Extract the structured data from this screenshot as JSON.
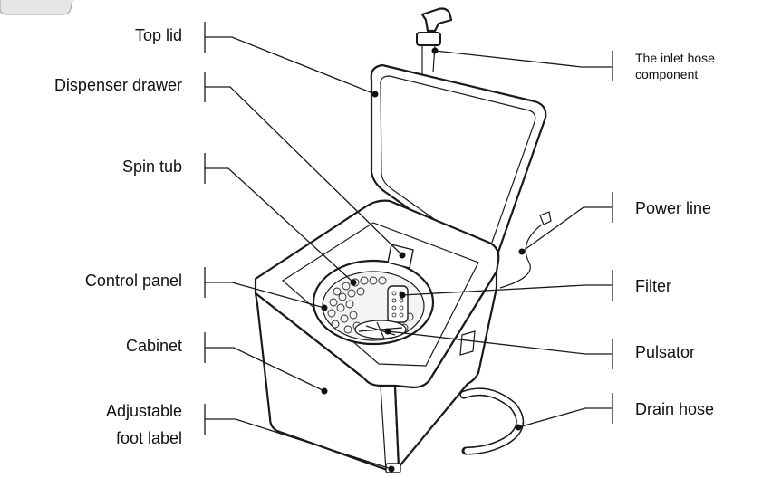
{
  "labels": {
    "top_lid": "Top lid",
    "dispenser_drawer": "Dispenser drawer",
    "spin_tub": "Spin tub",
    "control_panel": "Control panel",
    "cabinet": "Cabinet",
    "adjustable_foot_line1": "Adjustable",
    "adjustable_foot_line2": "foot label",
    "inlet_hose_line1": "The  inlet hose",
    "inlet_hose_line2": "component",
    "power_line": "Power line",
    "filter": "Filter",
    "pulsator": "Pulsator",
    "drain_hose": "Drain hose"
  }
}
